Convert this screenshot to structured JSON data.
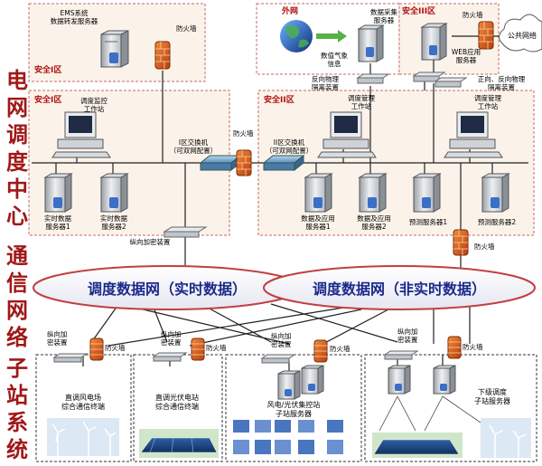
{
  "side_labels": {
    "top": [
      "电",
      "网",
      "调",
      "度",
      "中",
      "心"
    ],
    "middle": [
      "通",
      "信",
      "网",
      "络"
    ],
    "bottom": [
      "子",
      "站",
      "系",
      "统"
    ]
  },
  "zones": {
    "ems_zone": "安全I区",
    "main_zone1": "安全I区",
    "main_zone2": "安全II区",
    "zone3": "安全III区",
    "extnet": "外网",
    "public_net": "公共网络"
  },
  "labels": {
    "ems_server": [
      "EMS系统",
      "数据转发服务器"
    ],
    "firewall": "防火墙",
    "collect_server": [
      "数据采集",
      "服务器"
    ],
    "weather_info": [
      "数值气象",
      "信息"
    ],
    "web_server": [
      "WEB应用",
      "服务器"
    ],
    "isolation_reverse": [
      "反向物理",
      "隔离装置"
    ],
    "isolation_both": [
      "正向、反向物理",
      "隔离装置"
    ],
    "dispatch_ws1": [
      "调度监控",
      "工作站"
    ],
    "mgmt_ws": [
      "调度管理",
      "工作站"
    ],
    "mgmt_ws2": [
      "调度管理",
      "工作站"
    ],
    "switch1": [
      "I区交换机",
      "（可双网配置）"
    ],
    "switch2": [
      "II区交换机",
      "（可双网配置）"
    ],
    "rt_server1": [
      "实时数据",
      "服务器1"
    ],
    "rt_server2": [
      "实时数据",
      "服务器2"
    ],
    "data_app1": [
      "数据及应用",
      "服务器1"
    ],
    "data_app2": [
      "数据及应用",
      "服务器2"
    ],
    "forecast1": "预测服务器1",
    "forecast2": "预测服务器2",
    "encrypt": "纵向加密装置",
    "net_rt": "调度数据网（实时数据）",
    "net_nrt": "调度数据网（非实时数据）",
    "encrypt_short": [
      "纵向加",
      "密装置"
    ],
    "sub1": [
      "直调风电场",
      "综合通信终端"
    ],
    "sub2": [
      "直调光伏电站",
      "综合通信终端"
    ],
    "sub3": [
      "风电/光伏集控站",
      "子站服务器"
    ],
    "sub4": [
      "下级调度",
      "子站服务器"
    ]
  }
}
